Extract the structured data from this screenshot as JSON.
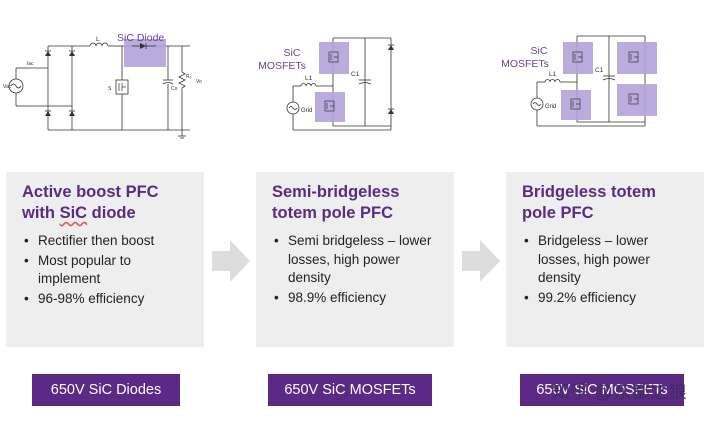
{
  "panels": [
    {
      "circuit": {
        "highlight_label": "SiC Diode",
        "src_label": "Vac",
        "in_label": "Iac",
        "inductor_label": "L",
        "switch_label": "S",
        "cap_label": "Co",
        "load_label": "Rₒ",
        "out_label": "Vo"
      },
      "title_line1": "Active boost PFC",
      "title_line2_pre": "with ",
      "title_line2_u": "SiC",
      "title_line2_post": " diode",
      "bullets": [
        "Rectifier then boost",
        "Most popular to implement",
        "96-98% efficiency"
      ],
      "badge": "650V SiC Diodes"
    },
    {
      "circuit": {
        "highlight_label_1": "SiC",
        "highlight_label_2": "MOSFETs",
        "inductor_label": "L1",
        "cap_label": "C1",
        "grid_label": "Grid"
      },
      "title_line1": "Semi-bridgeless",
      "title_line2": "totem pole PFC",
      "bullets": [
        "Semi bridgeless – lower losses, high power density",
        "98.9% efficiency"
      ],
      "badge": "650V SiC MOSFETs"
    },
    {
      "circuit": {
        "highlight_label_1": "SiC",
        "highlight_label_2": "MOSFETs",
        "inductor_label": "L1",
        "cap_label": "C1",
        "grid_label": "Grid"
      },
      "title_line1": "Bridgeless totem",
      "title_line2": "pole PFC",
      "bullets": [
        "Bridgeless – lower losses, high power density",
        "99.2% efficiency"
      ],
      "badge": "650V SiC MOSFETs"
    }
  ],
  "watermark": "知乎 @东都之狼",
  "colors": {
    "accent": "#5b2a86",
    "highlight": "#b4a3d9",
    "card_bg": "#eeeeee",
    "arrow": "#dddddd"
  }
}
